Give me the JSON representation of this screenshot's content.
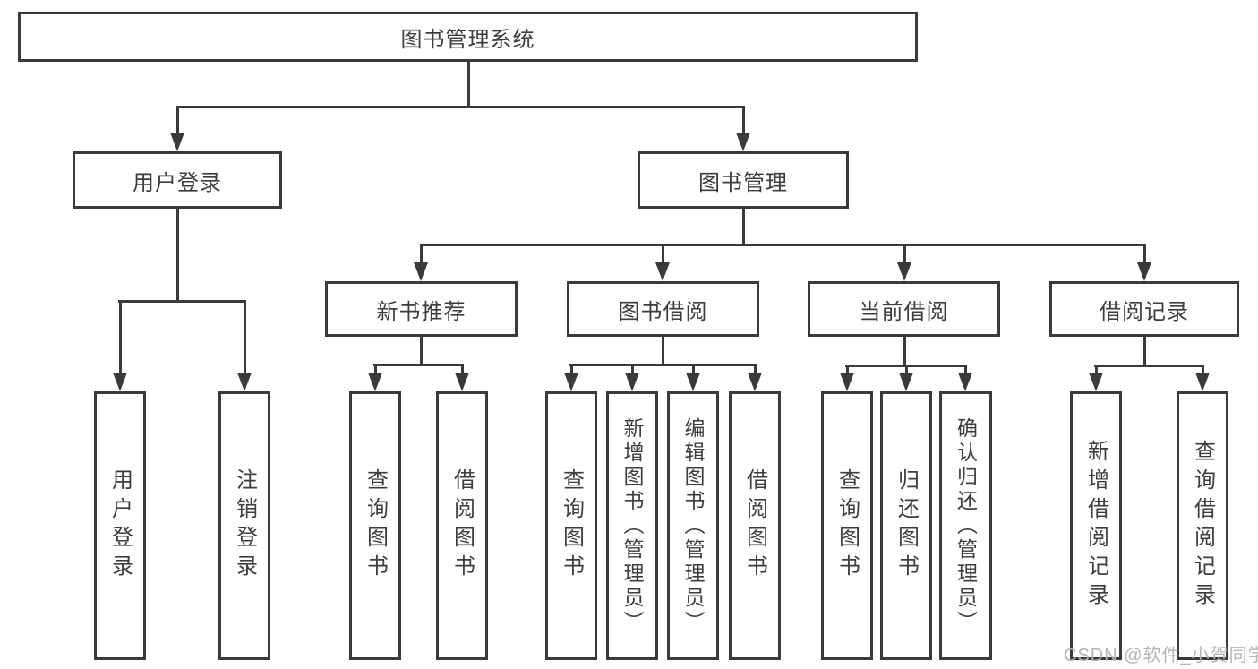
{
  "diagram": {
    "root": {
      "label": "图书管理系统"
    },
    "level2": [
      {
        "label": "用户登录"
      },
      {
        "label": "图书管理"
      }
    ],
    "level3": [
      {
        "label": "新书推荐"
      },
      {
        "label": "图书借阅"
      },
      {
        "label": "当前借阅"
      },
      {
        "label": "借阅记录"
      }
    ],
    "leaves": {
      "user_login": [
        "用户登录",
        "注销登录"
      ],
      "new_book": [
        "查询图书",
        "借阅图书"
      ],
      "book_borrow": [
        "查询图书",
        "新增图书（管理员）",
        "编辑图书（管理员）",
        "借阅图书"
      ],
      "current_borrow": [
        "查询图书",
        "归还图书",
        "确认归还（管理员）"
      ],
      "borrow_record": [
        "新增借阅记录",
        "查询借阅记录"
      ]
    }
  },
  "watermark": "CSDN @软件_小贺同学",
  "colors": {
    "line": "#3a3a3a",
    "text": "#3d3d3d",
    "watermark_text": "#b5b5b5",
    "background": "#ffffff"
  }
}
